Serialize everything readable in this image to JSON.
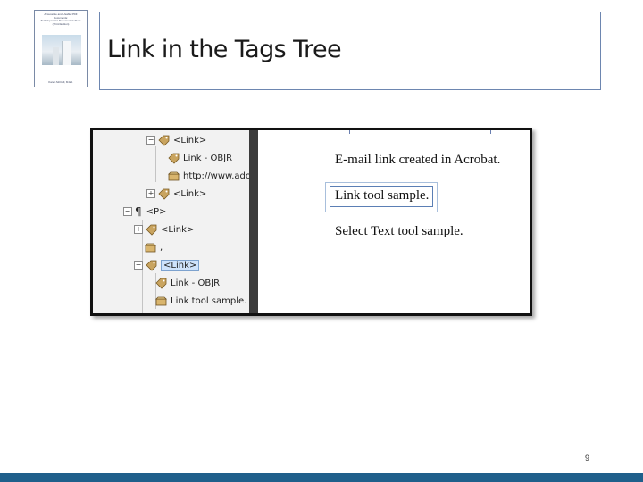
{
  "slide": {
    "title": "Link in the Tags Tree",
    "page_number": "9",
    "accent_color": "#1f5f8b"
  },
  "book": {
    "title_lines": [
      "Accessible and Usable PDF Documents:",
      "Techniques for Document Authors",
      "(Third Edition)"
    ],
    "author": "Karen McCall, M.Ed."
  },
  "tags_tree": {
    "rows": [
      {
        "label": "<Link>",
        "icon": "link-tag-icon",
        "expander": "−"
      },
      {
        "label": "Link - OBJR",
        "icon": "link-tag-icon"
      },
      {
        "label": "http://www.ado",
        "icon": "content-box-icon"
      },
      {
        "label": "<Link>",
        "icon": "link-tag-icon",
        "expander": "+"
      },
      {
        "label": "<P>",
        "icon": "paragraph-icon",
        "expander": "−"
      },
      {
        "label": "<Link>",
        "icon": "link-tag-icon",
        "expander": "+"
      },
      {
        "label": ",",
        "icon": "content-box-icon"
      },
      {
        "label": "<Link>",
        "icon": "link-tag-icon",
        "expander": "−",
        "selected": true
      },
      {
        "label": "Link - OBJR",
        "icon": "link-tag-icon"
      },
      {
        "label": "Link tool sample. .",
        "icon": "content-box-icon"
      }
    ]
  },
  "document": {
    "lines": [
      "E-mail link created in Acrobat.",
      "Link tool sample.",
      "Select Text tool sample."
    ]
  }
}
